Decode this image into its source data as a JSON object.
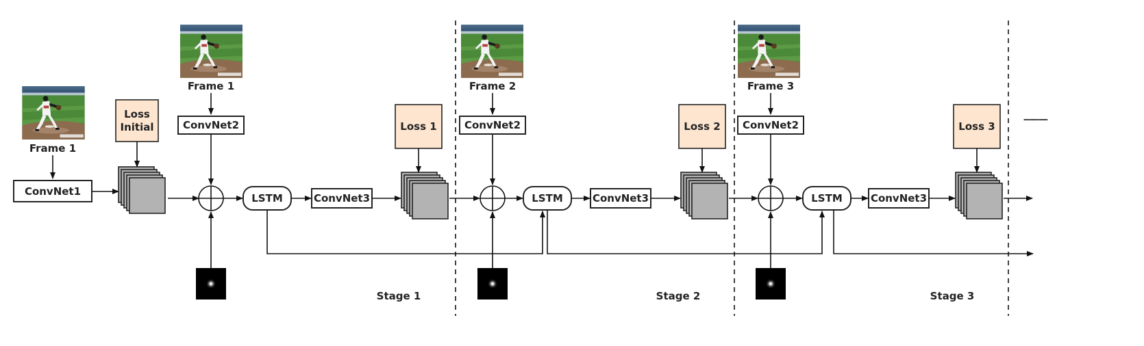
{
  "colors": {
    "loss_fill": "#fde5cf",
    "feature_map_fill": "#b3b3b3",
    "line": "#111111",
    "heatmap_bg": "#000000"
  },
  "initial": {
    "frame_label": "Frame 1",
    "convnet_label": "ConvNet1",
    "loss_label_line1": "Loss",
    "loss_label_line2": "Initial"
  },
  "stages": [
    {
      "frame_label": "Frame 1",
      "convnet2_label": "ConvNet2",
      "lstm_label": "LSTM",
      "convnet3_label": "ConvNet3",
      "loss_label": "Loss 1",
      "stage_label": "Stage 1"
    },
    {
      "frame_label": "Frame 2",
      "convnet2_label": "ConvNet2",
      "lstm_label": "LSTM",
      "convnet3_label": "ConvNet3",
      "loss_label": "Loss 2",
      "stage_label": "Stage 2"
    },
    {
      "frame_label": "Frame 3",
      "convnet2_label": "ConvNet2",
      "lstm_label": "LSTM",
      "convnet3_label": "ConvNet3",
      "loss_label": "Loss 3",
      "stage_label": "Stage 3"
    }
  ],
  "continuation": "........................"
}
